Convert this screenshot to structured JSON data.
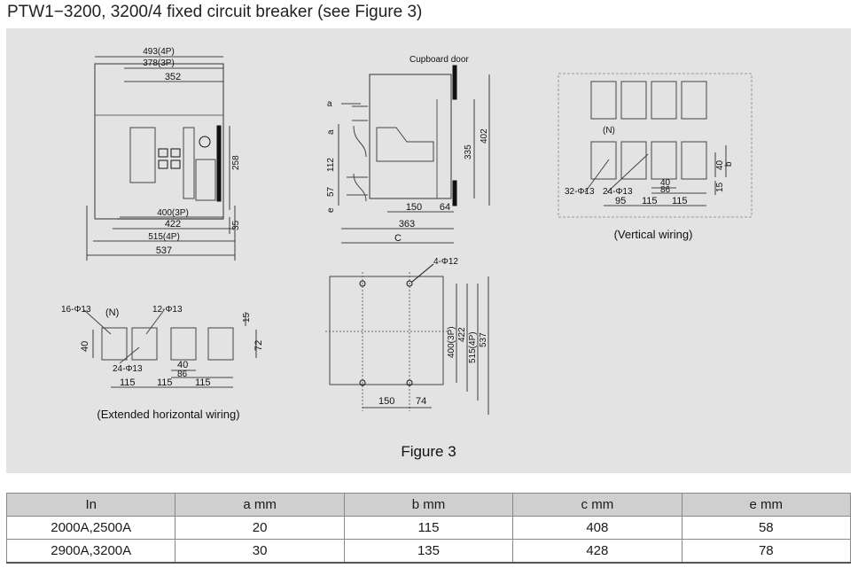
{
  "heading": "PTW1−3200, 3200/4 fixed circuit breaker (see Figure 3)",
  "figure": {
    "caption": "Figure 3",
    "front_view": {
      "dims": [
        "493(4P)",
        "378(3P)",
        "352",
        "258",
        "400(3P)",
        "422",
        "515(4P)",
        "537",
        "35"
      ]
    },
    "side_view": {
      "door_label": "Cupboard door",
      "dims": [
        "a",
        "a",
        "112",
        "57",
        "e",
        "335",
        "402",
        "150",
        "64",
        "363",
        "C"
      ]
    },
    "vertical_wiring": {
      "caption": "(Vertical wiring)",
      "neutral": "(N)",
      "dims": [
        "32-Φ13",
        "24-Φ13",
        "40",
        "86",
        "95",
        "115",
        "115",
        "40",
        "b",
        "15"
      ]
    },
    "horizontal_wiring": {
      "caption": "(Extended horizontal wiring)",
      "neutral": "(N)",
      "dims": [
        "16-Φ13",
        "12-Φ13",
        "15",
        "40",
        "72",
        "24-Φ13",
        "40",
        "86",
        "115",
        "115",
        "115"
      ]
    },
    "bottom_view": {
      "dims": [
        "4-Φ12",
        "400(3P)",
        "422",
        "515(4P)",
        "537",
        "150",
        "74"
      ]
    }
  },
  "table": {
    "headers": [
      "In",
      "a mm",
      "b mm",
      "c mm",
      "e mm"
    ],
    "rows": [
      [
        "2000A,2500A",
        "20",
        "115",
        "408",
        "58"
      ],
      [
        "2900A,3200A",
        "30",
        "135",
        "428",
        "78"
      ]
    ]
  }
}
